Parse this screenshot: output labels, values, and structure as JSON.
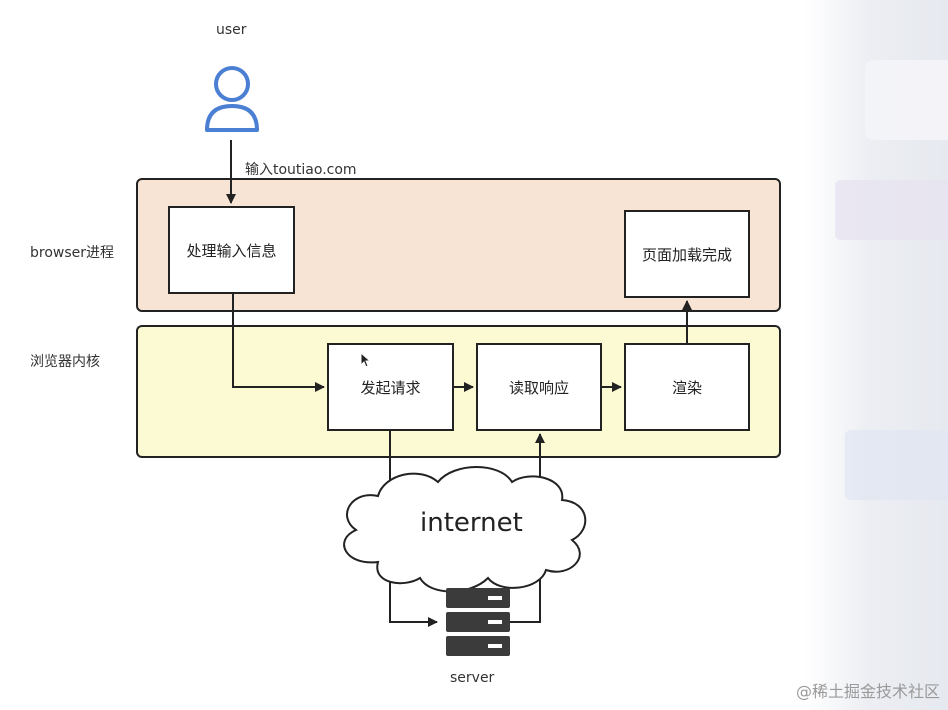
{
  "user_label": "user",
  "input_label": "输入toutiao.com",
  "lanes": {
    "browser": "browser进程",
    "kernel": "浏览器内核"
  },
  "boxes": {
    "handle_input": "处理输入信息",
    "page_loaded": "页面加载完成",
    "send_request": "发起请求",
    "read_response": "读取响应",
    "render": "渲染"
  },
  "cloud_label": "internet",
  "server_label": "server",
  "watermark": "@稀土掘金技术社区",
  "colors": {
    "user_icon": "#4a7fd4",
    "browser_lane": "#f8e4d4",
    "kernel_lane": "#fbfad2",
    "server": "#3b3b3b"
  }
}
